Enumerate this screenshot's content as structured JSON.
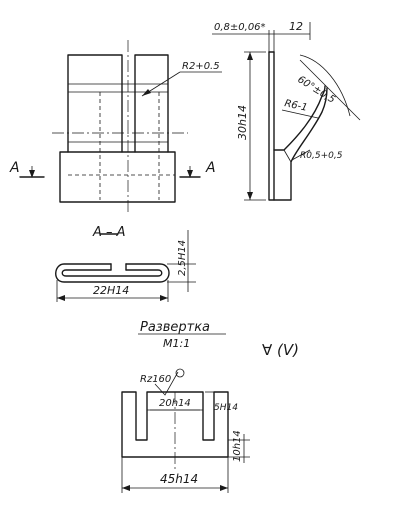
{
  "front_view": {
    "radius_label": "R2+0.5",
    "section_label_left": "A",
    "section_label_right": "A"
  },
  "side_view": {
    "thickness_label": "0,8±0,06*",
    "width_label": "12",
    "angle_label": "60°±0,5",
    "bend_radius_label": "R6-1",
    "height_label": "30h14",
    "small_radius_label": "R0,5+0,5"
  },
  "section": {
    "title": "A – A",
    "height_label": "2,5H14",
    "width_label": "22H14"
  },
  "blank": {
    "title": "Развертка",
    "scale": "М1:1",
    "roughness_note": "∀ (V)",
    "roughness_label": "Rz160",
    "slot_label": "20h14",
    "slot_depth_label": "5H14",
    "base_height_label": "10h14",
    "width_label": "45h14"
  }
}
